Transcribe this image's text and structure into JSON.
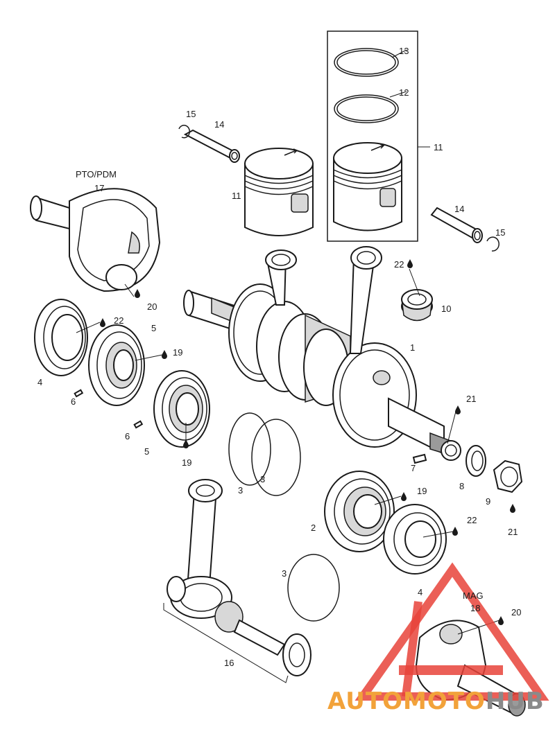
{
  "labels": {
    "pto": "PTO/PDM",
    "mag": "MAG",
    "crankshaft": "1",
    "bearing_mag": "2",
    "oring_a": "3",
    "oring_b": "3",
    "oring_c": "3",
    "seal_left": "4",
    "seal_right": "4",
    "bearing_left": "5",
    "bearing_left2": "5",
    "pin_a": "6",
    "pin_b": "6",
    "key": "7",
    "washer": "8",
    "nut": "9",
    "needle_bearing": "10",
    "piston_left": "11",
    "piston_right": "11",
    "ring_lower": "12",
    "ring_upper": "13",
    "pin_left": "14",
    "pin_right": "14",
    "circlip_left": "15",
    "circlip_right": "15",
    "conrod_kit": "16",
    "pto_half": "17",
    "mag_half": "18",
    "grease_19a": "19",
    "grease_19b": "19",
    "grease_19c": "19",
    "grease_20a": "20",
    "grease_20b": "20",
    "grease_21a": "21",
    "grease_21b": "21",
    "grease_22a": "22",
    "grease_22b": "22",
    "grease_22c": "22"
  },
  "watermark": {
    "text": "AUTOMOTOHUB",
    "colors": {
      "triangle": "#e8433a",
      "auto": "#f2a23a",
      "hub": "#8a8a8a"
    }
  }
}
